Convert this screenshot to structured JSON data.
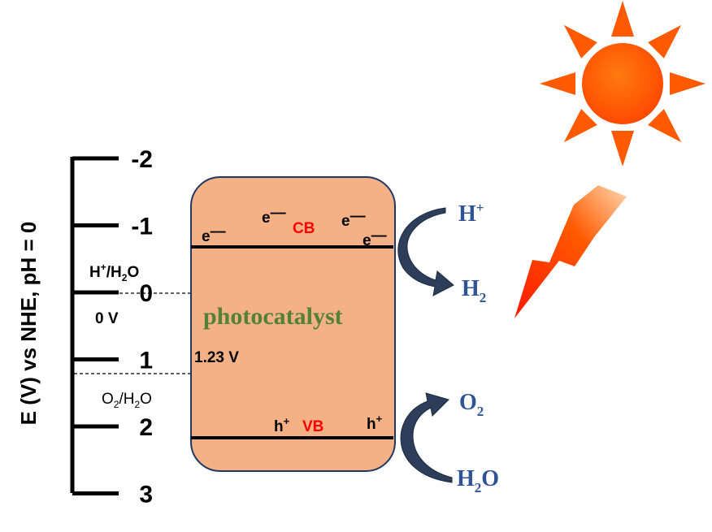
{
  "axis": {
    "label": "E (V) vs NHE, pH = 0",
    "ticks": [
      "-2",
      "-1",
      "0",
      "1",
      "2",
      "3"
    ]
  },
  "redox": {
    "h_couple": {
      "main": "H",
      "sup": "+",
      "mid": "/H",
      "sub": "2",
      "end": "O"
    },
    "h_potential": "0 V",
    "o_couple": {
      "main": "O",
      "sub1": "2",
      "mid": "/H",
      "sub2": "2",
      "end": "O"
    },
    "o_potential": "1.23 V"
  },
  "photocatalyst": {
    "label": "photocatalyst",
    "cb_label": "CB",
    "vb_label": "VB",
    "electron": "e",
    "electron_mark": "—",
    "hole": "h",
    "hole_mark": "+"
  },
  "reactions": {
    "reduction": {
      "reactant": {
        "main": "H",
        "sup": "+"
      },
      "product": {
        "main": "H",
        "sub": "2"
      }
    },
    "oxidation": {
      "product": {
        "main": "O",
        "sub": "2"
      },
      "reactant": {
        "main": "H",
        "sub": "2",
        "end": "O"
      }
    }
  },
  "colors": {
    "band_box": "#f3b185",
    "band_box_stroke": "#1f3864",
    "photocatalyst_text": "#538135",
    "band_label": "#ff0000",
    "species_text": "#2f5496",
    "arrow": "#2c3e5a",
    "sun": "#ff5a00",
    "lightning": "#ff2a00"
  },
  "icons": {
    "sun": "sun-icon",
    "light": "lightning-icon"
  }
}
